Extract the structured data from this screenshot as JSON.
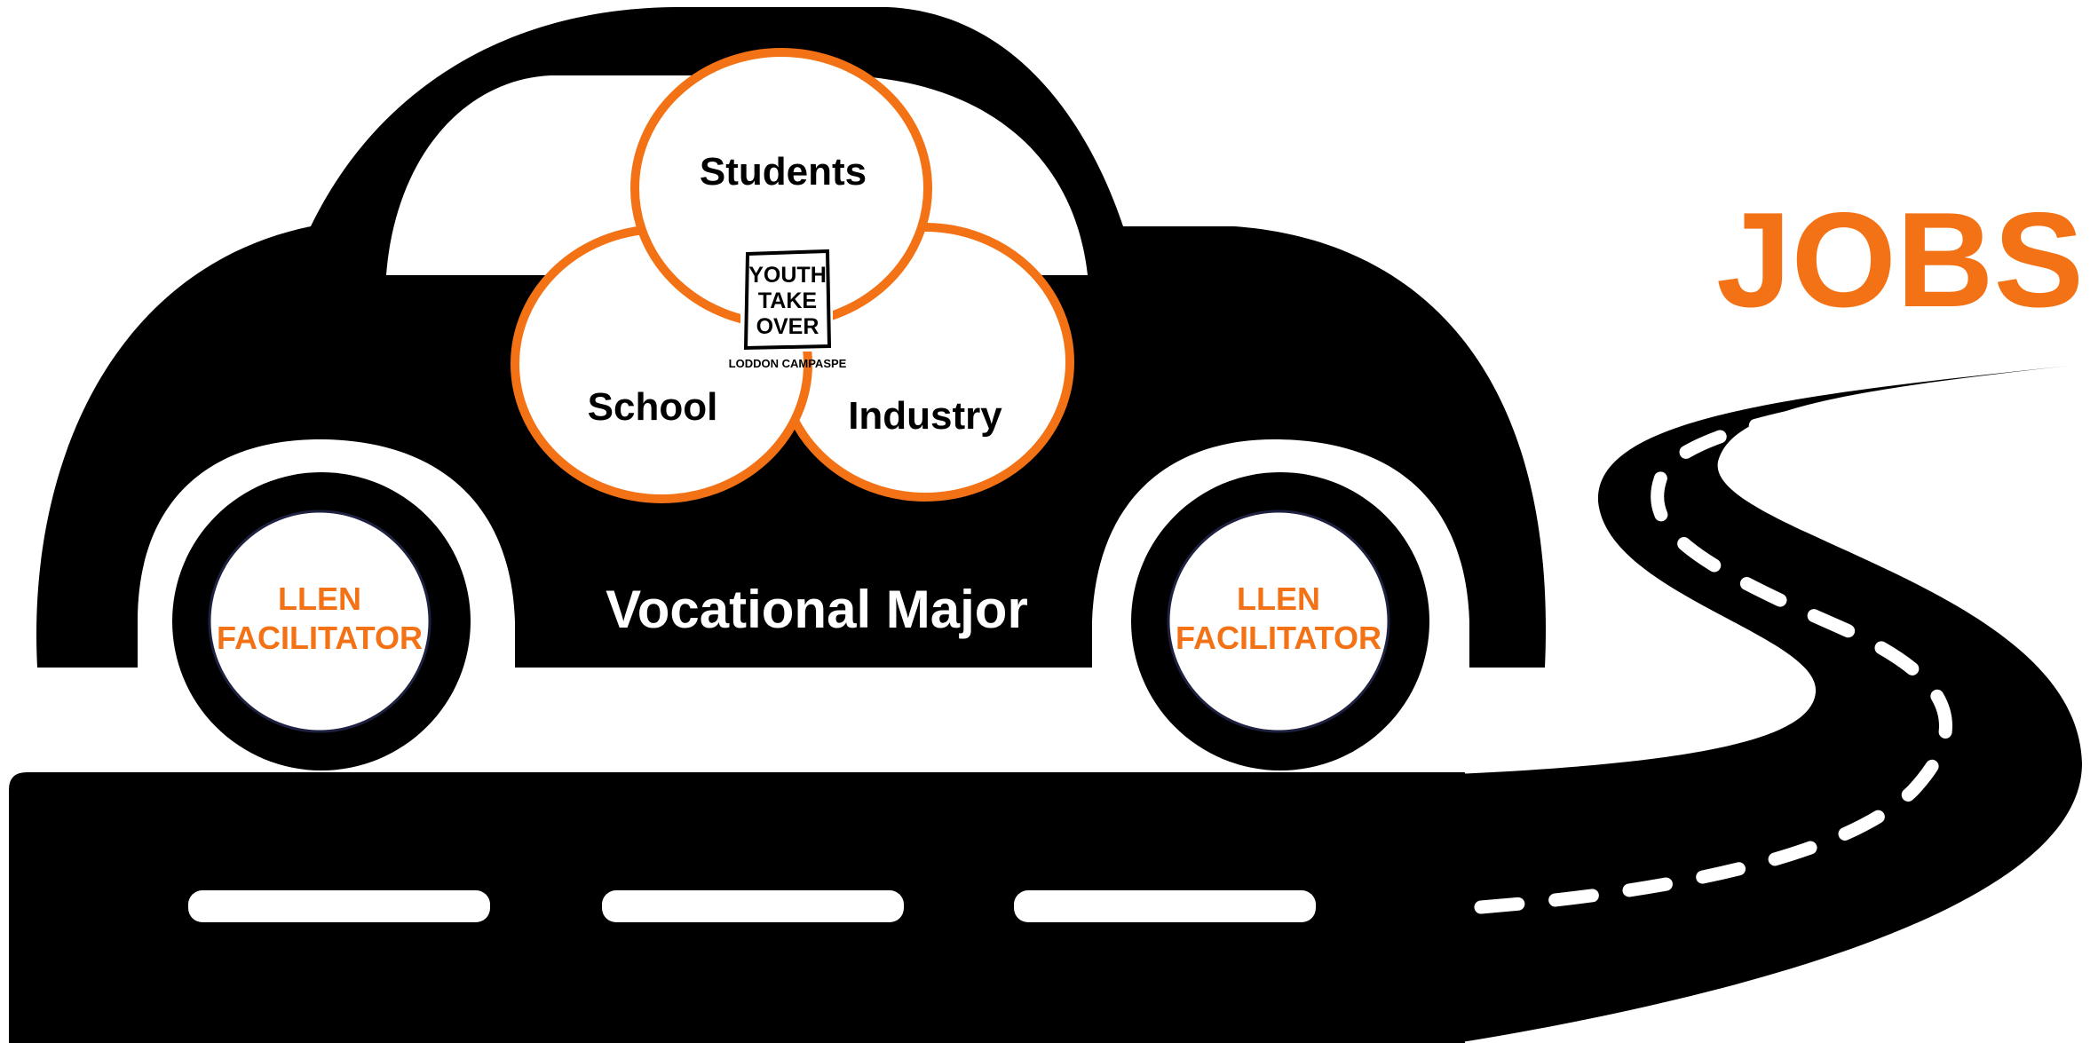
{
  "colors": {
    "black": "#000000",
    "white": "#ffffff",
    "orange": "#f47216"
  },
  "venn": {
    "top": "Students",
    "left": "School",
    "right": "Industry"
  },
  "logo": {
    "line1": "YOUTH",
    "line2": "TAKE",
    "line3": "OVER",
    "subtitle": "LODDON CAMPASPE"
  },
  "car": {
    "label": "Vocational Major"
  },
  "wheels": {
    "left": {
      "line1": "LLEN",
      "line2": "FACILITATOR"
    },
    "right": {
      "line1": "LLEN",
      "line2": "FACILITATOR"
    }
  },
  "destination": {
    "label": "JOBS"
  }
}
